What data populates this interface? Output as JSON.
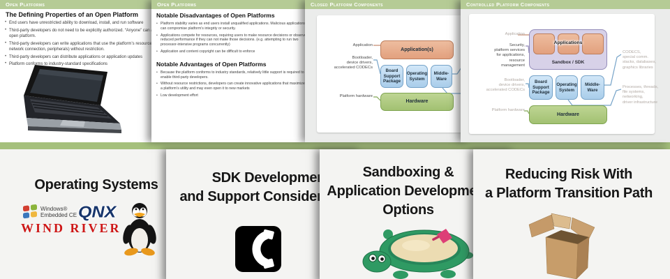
{
  "colors": {
    "header_green": "#b5cb95",
    "band_green": "#a5c07c",
    "slide_white": "#ffffff",
    "diagram_slide_gray": "#ebeceb",
    "bottom_slide_gray": "#f4f4f2",
    "salmon_fill": "#e8a98a",
    "salmon_border": "#bd7e5c",
    "blue_fill": "#b9d9f2",
    "blue_border": "#76a3c8",
    "green_fill": "#abc77f",
    "green_border": "#7fa551",
    "purple_fill": "#d7d1e8",
    "purple_border": "#938bb9",
    "wind_river_red": "#ce1616",
    "qnx_navy": "#17356b"
  },
  "top_slides": [
    {
      "header": "Open Platforms",
      "title": "The Defining Properties of an Open Platform",
      "bullets": [
        {
          "lines": [
            "End users have unrestricted ability to download, install, and run software"
          ]
        },
        {
          "lines": [
            "Third-party developers do not need to be explicitly authorized. “Anyone” can adopt an",
            "open platform."
          ]
        },
        {
          "lines": [
            "Third-party developers can write applications that use the platform’s resources (CPU,",
            "network connection, peripherals) without restriction."
          ]
        },
        {
          "lines": [
            "Third-party developers can distribute applications or application updates"
          ]
        },
        {
          "lines": [
            "Platform conforms to industry-standard specifications"
          ]
        }
      ],
      "image": "acer-netbook-laptop"
    },
    {
      "header": "Open Platforms",
      "sections": [
        {
          "title": "Notable Disadvantages of Open Platforms",
          "bullets": [
            "Platform stability varies as end users install unqualified applications. Malicious applications can compromise platform’s integrity or security.",
            "Applications compete for resources, requiring users to make resource decisions or observe reduced performance if they can not make those decisions. (e.g. attempting to run two processor-intensive programs concurrently)",
            "Application and content copyright can be difficult to enforce"
          ]
        },
        {
          "title": "Notable Advantages of Open Platforms",
          "bullets": [
            "Because the platform conforms to industry standards, relatively little support is required to enable third-party developers.",
            "Without resource restrictions, developers can create innovative applications that maximize a platform’s utility and may even open it to new markets",
            "Low development effort"
          ]
        }
      ]
    },
    {
      "header": "Closed Platform Components",
      "diagram": {
        "label_application": "Application",
        "label_bootloader": "Bootloader,\ndevice drivers,\naccelerated CODECs",
        "label_hardware": "Platform hardware",
        "box_applications": "Application(s)",
        "box_bsp": "Board\nSupport\nPackage",
        "box_os": "Operating\nSystem",
        "box_middleware": "Middle-\nWare",
        "box_hardware": "Hardware"
      }
    },
    {
      "header": "Controlled Platform Components",
      "diagram": {
        "label_application": "Application",
        "label_security": "Security,\nplatform services\nfor applications,\nresource\nmanagement",
        "label_bootloader": "Bootloader,\ndevice drivers,\naccelerated CODECs",
        "label_hardware": "Platform hardware",
        "label_codecs": "CODECS,\nspecial comm.\nstacks, databases,\ngraphics libraries",
        "label_processes": "Processes, threads,\nfile systems,\nnetworking,\ndriver infrastructure",
        "box_applications": "Applications",
        "box_sandbox": "Sandbox / SDK",
        "box_bsp": "Board\nSupport\nPackage",
        "box_os": "Operating\nSystem",
        "box_middleware": "Middle-\nWare",
        "box_hardware": "Hardware"
      }
    }
  ],
  "bottom_slides": [
    {
      "title_lines": [
        "Operating Systems"
      ],
      "logos": {
        "windows_line1": "Windows®",
        "windows_line2": "Embedded CE",
        "qnx": "QNX",
        "wind_river": "WIND RIVER"
      },
      "image": "linux-tux-penguin"
    },
    {
      "title_lines": [
        "SDK Development",
        "and Support Considerations"
      ],
      "image": "telephone-handset-icon"
    },
    {
      "title_lines": [
        "Sandboxing &",
        "Application Development",
        "Options"
      ],
      "image": "turtle-sandbox"
    },
    {
      "title_lines": [
        "Reducing Risk With",
        "a Platform Transition Path"
      ],
      "image": "open-cardboard-box"
    }
  ]
}
